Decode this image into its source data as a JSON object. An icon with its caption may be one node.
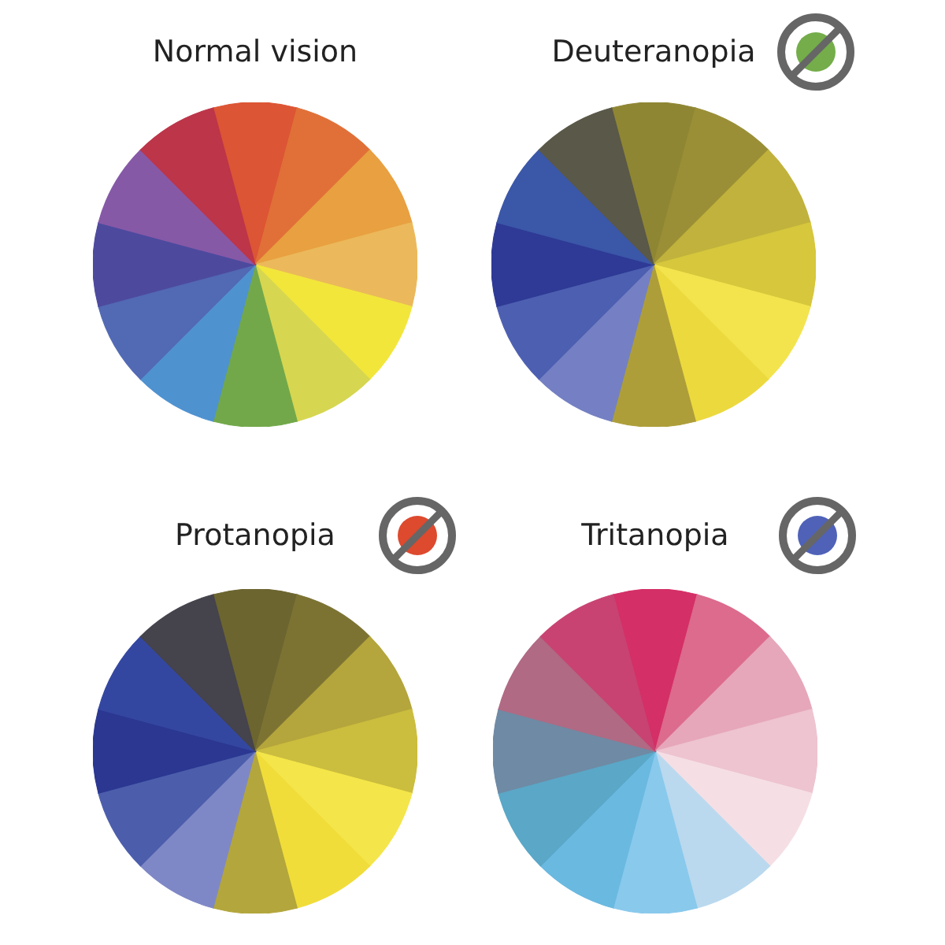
{
  "diagram": {
    "nodes": [
      {
        "text": [
          "Normal vision"
        ]
      },
      {
        "text": [
          "Deuteranopia"
        ]
      },
      {
        "text": [
          "Protanopia"
        ]
      },
      {
        "text": [
          "Tritanopia"
        ]
      }
    ]
  }
}
